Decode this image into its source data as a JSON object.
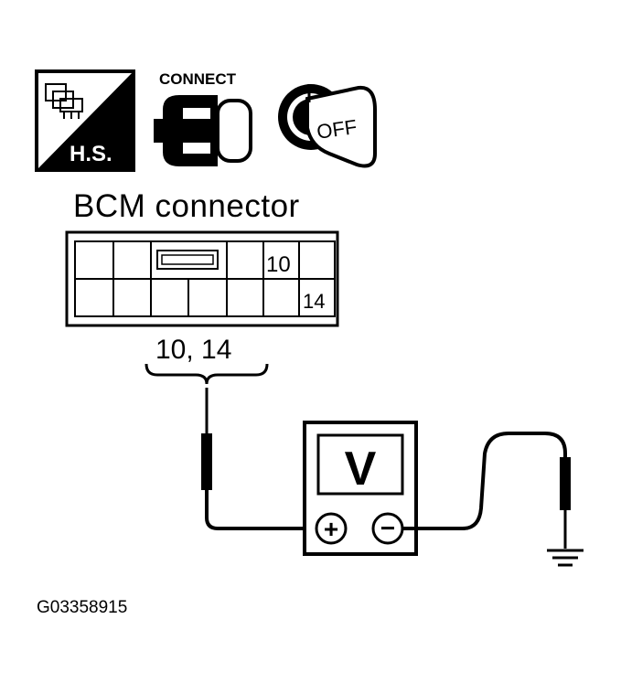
{
  "icons": {
    "hs_label": "H.S.",
    "connect_label": "CONNECT",
    "off_label": "OFF"
  },
  "connector": {
    "title": "BCM connector",
    "pin_upper": "10",
    "pin_lower": "14",
    "probe_pins": "10, 14"
  },
  "meter": {
    "symbol": "V",
    "plus": "+",
    "minus": "−"
  },
  "figure_code": "G03358915"
}
